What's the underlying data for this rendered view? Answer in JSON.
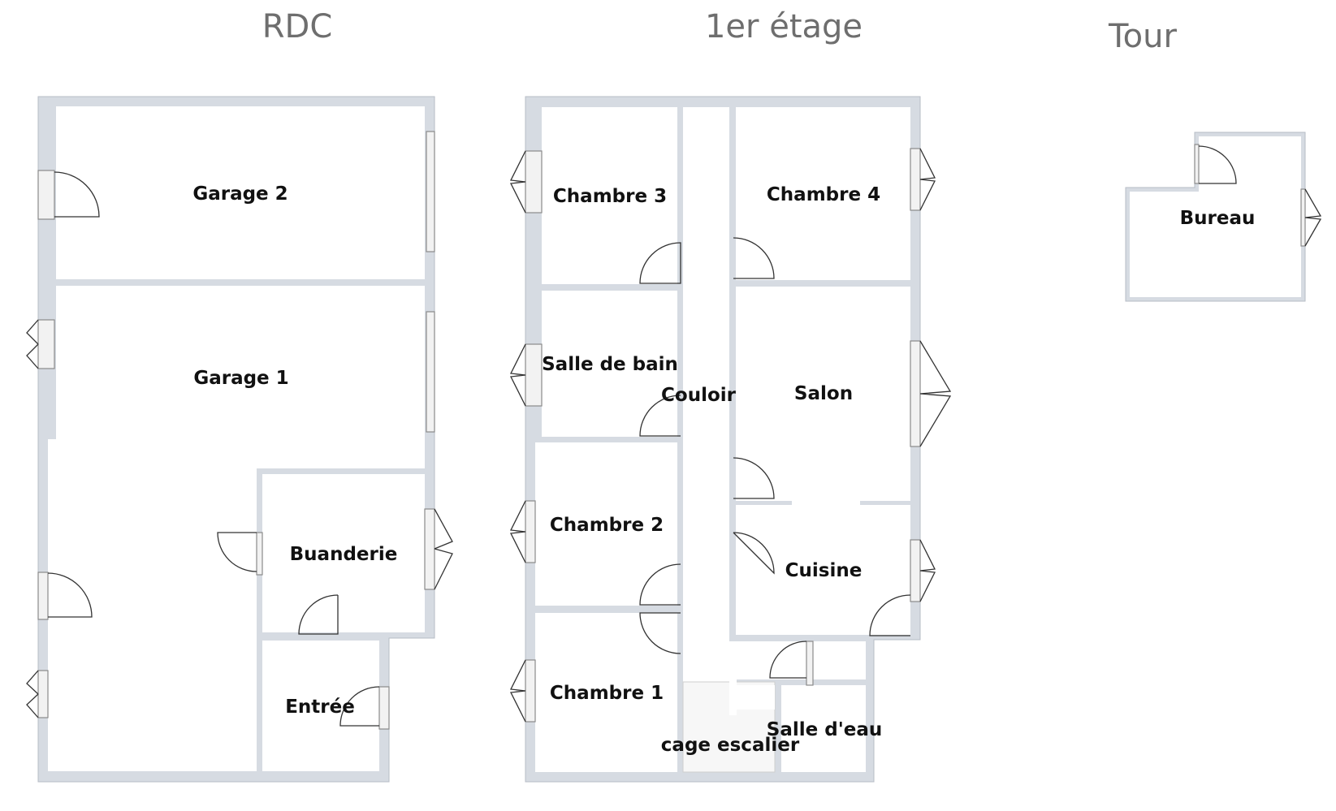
{
  "floors": {
    "rdc": {
      "title": "RDC"
    },
    "etage1": {
      "title": "1er étage"
    },
    "tour": {
      "title": "Tour"
    }
  },
  "rooms": {
    "garage2": "Garage 2",
    "garage1": "Garage 1",
    "buanderie": "Buanderie",
    "entree": "Entrée",
    "chambre3": "Chambre 3",
    "chambre4": "Chambre 4",
    "salle_de_bain": "Salle de bain",
    "couloir": "Couloir",
    "salon": "Salon",
    "chambre2": "Chambre 2",
    "cuisine": "Cuisine",
    "chambre1": "Chambre 1",
    "salle_deau": "Salle d'eau",
    "cage_escalier": "cage escalier",
    "bureau": "Bureau"
  },
  "colors": {
    "wall": "#d6dbe2",
    "title": "#6e6e6e",
    "label": "#111111"
  }
}
